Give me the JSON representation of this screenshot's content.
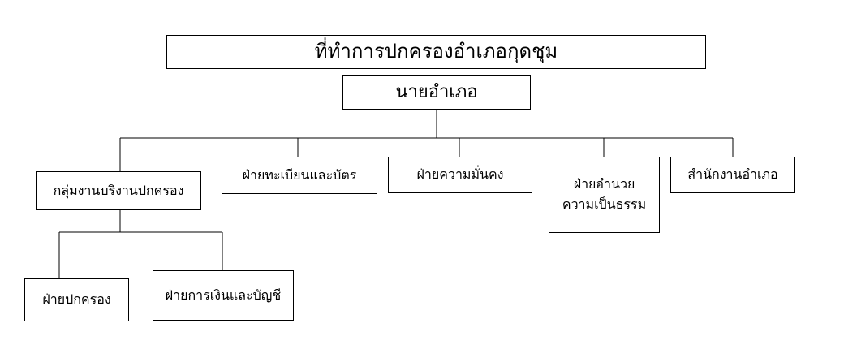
{
  "diagram": {
    "title": "ที่ทำการปกครองอำเภอกุดชุม",
    "head": "นายอำเภอ",
    "units": {
      "admin_group": "กลุ่มงานบริงานปกครอง",
      "registration": "ฝ่ายทะเบียนและบัตร",
      "security": "ฝ่ายความมั่นคง",
      "justice": [
        "ฝ่ายอำนวย",
        "ความเป็นธรรม"
      ],
      "district_office": "สำนักงานอำเภอ"
    },
    "sub_units": {
      "governance": "ฝ่ายปกครอง",
      "finance": "ฝ่ายการเงินและบัญชี"
    },
    "colors": {
      "line": "#000000",
      "background": "#ffffff"
    }
  }
}
